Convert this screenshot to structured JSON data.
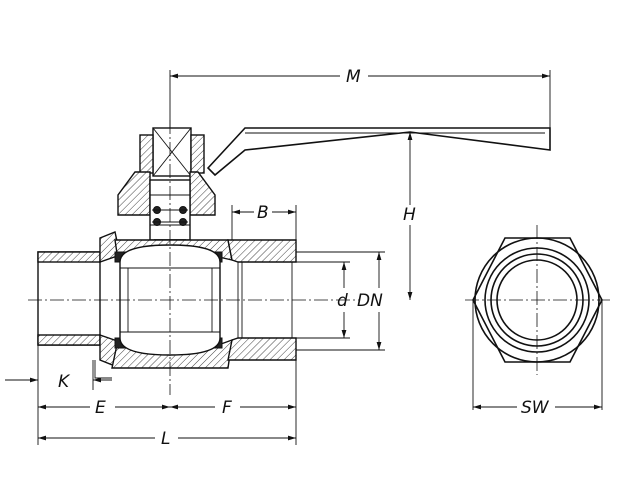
{
  "labels": {
    "M": "M",
    "H": "H",
    "B": "B",
    "d": "d",
    "DN": "DN",
    "K": "K",
    "E": "E",
    "F": "F",
    "L": "L",
    "SW": "SW"
  }
}
